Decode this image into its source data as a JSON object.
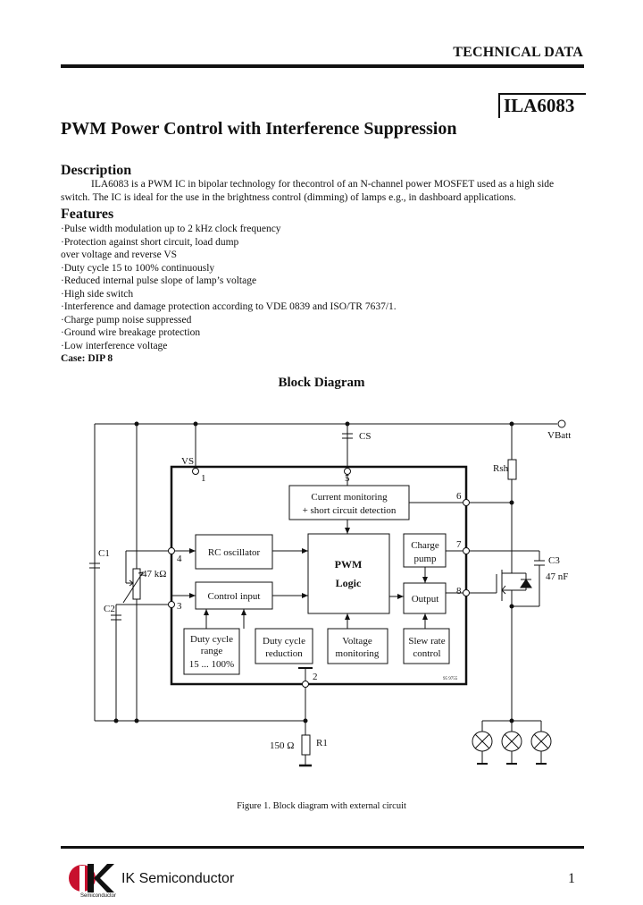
{
  "header": {
    "tech_data": "TECHNICAL DATA",
    "part_number": "ILA6083"
  },
  "title": "PWM Power Control with Interference Suppression",
  "description": {
    "heading": "Description",
    "line1": "ILA6083 is a PWM IC in bipolar technology for thecontrol of an N-channel power MOSFET used as a high side",
    "line2": "switch. The IC is ideal for the use in the brightness control (dimming) of lamps e.g., in dashboard applications."
  },
  "features": {
    "heading": "Features",
    "items": [
      "·Pulse width modulation up to 2 kHz clock frequency",
      "·Protection against short circuit, load dump",
      "over  voltage and reverse VS",
      "·Duty cycle 15 to 100% continuously",
      "·Reduced internal pulse slope of lamp’s voltage",
      "·High side switch",
      "·Interference and damage protection according to VDE 0839 and ISO/TR 7637/1.",
      "·Charge pump noise suppressed",
      "·Ground wire breakage protection",
      "·Low interference voltage"
    ],
    "case_label": "Case:",
    "case_value": "DIP 8"
  },
  "block_diagram": {
    "title": "Block Diagram",
    "blocks": {
      "current_monitoring_1": "Current monitoring",
      "current_monitoring_2": "+ short circuit detection",
      "rc_oscillator": "RC oscillator",
      "control_input": "Control input",
      "pwm_1": "PWM",
      "pwm_2": "Logic",
      "charge_pump_1": "Charge",
      "charge_pump_2": "pump",
      "output": "Output",
      "duty_range_1": "Duty cycle",
      "duty_range_2": "range",
      "duty_range_3": "15 ... 100%",
      "duty_red_1": "Duty cycle",
      "duty_red_2": "reduction",
      "volt_mon_1": "Voltage",
      "volt_mon_2": "monitoring",
      "slew_1": "Slew rate",
      "slew_2": "control"
    },
    "labels": {
      "vs": "VS",
      "cs": "CS",
      "vbatt": "VBatt",
      "rsh": "Rsh",
      "c1": "C1",
      "c2": "C2",
      "c3": "C3",
      "c3_value": "47 nF",
      "pot": "47 kΩ",
      "r1_value": "150 Ω",
      "r1": "R1",
      "ref": "95 9755"
    },
    "pins": [
      "1",
      "2",
      "3",
      "4",
      "5",
      "6",
      "7",
      "8"
    ],
    "caption": "Figure 1. Block diagram with external circuit"
  },
  "footer": {
    "company": "IK Semiconductor",
    "logo_sub": "Semiconductor",
    "page_number": "1"
  }
}
